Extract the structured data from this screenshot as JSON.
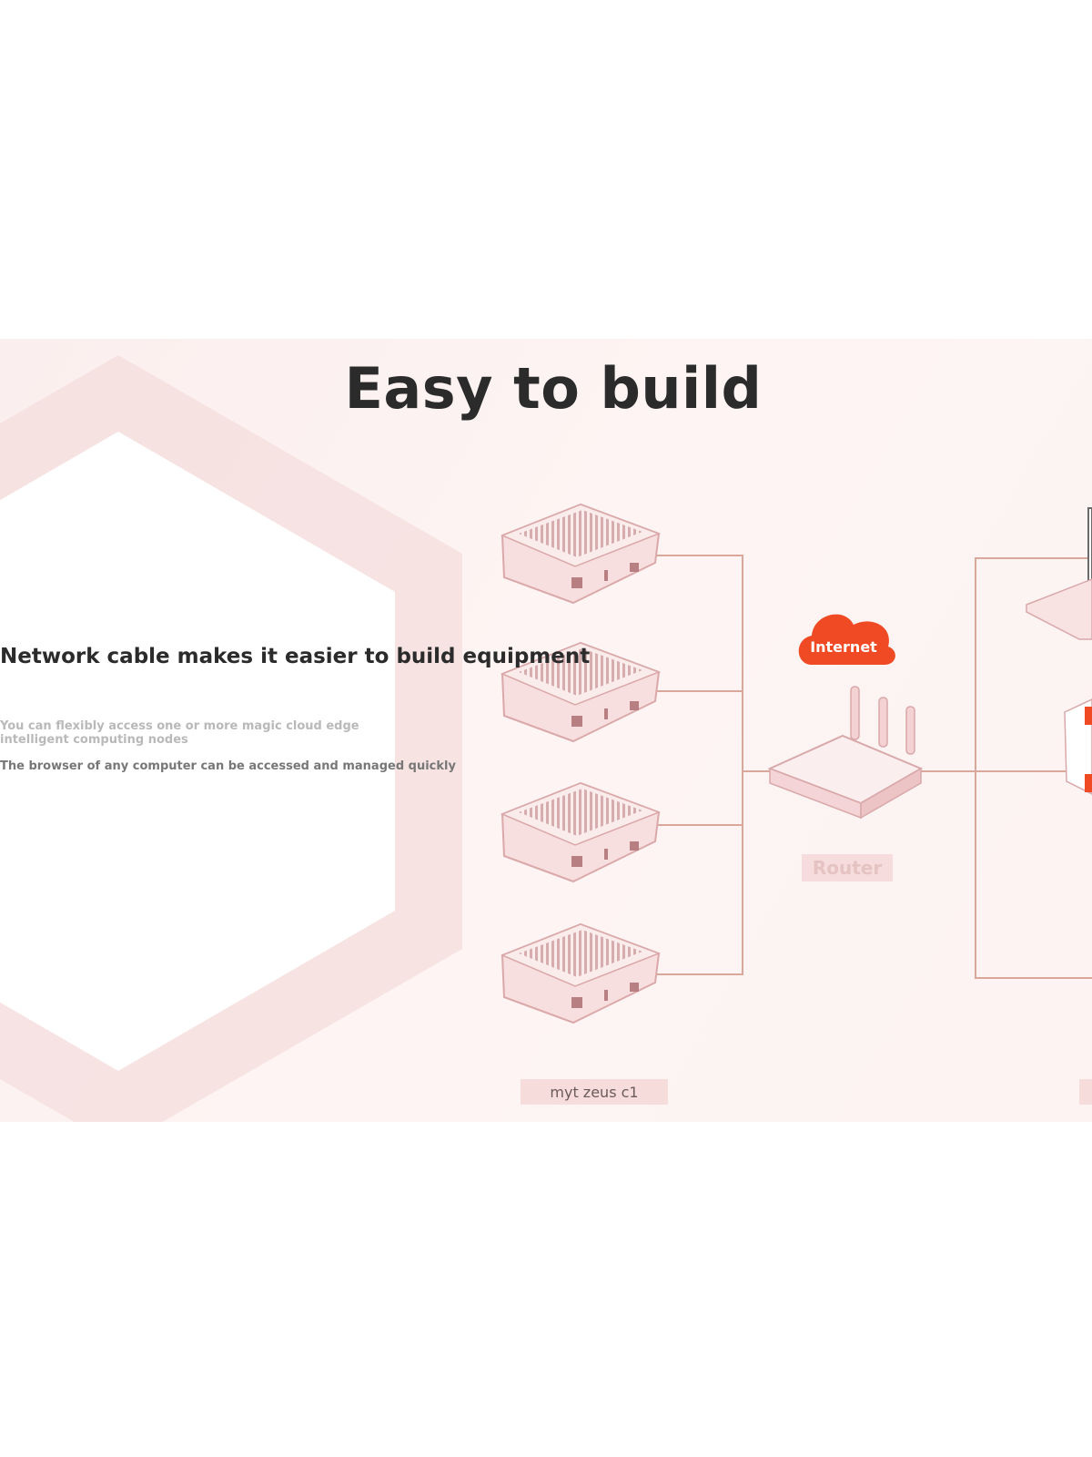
{
  "hero": {
    "title": "Easy to build",
    "subtitle": "Network cable makes it easier to build equipment",
    "description_1": "You can flexibly access one or more magic cloud edge intelligent computing nodes",
    "description_2": "The browser of any computer can be accessed and managed quickly"
  },
  "diagram": {
    "internet_label": "Internet",
    "router_label": "Router",
    "device_label": "myt zeus c1"
  },
  "colors": {
    "accent": "#f04a24",
    "line": "#d9a89a",
    "device_fill": "#f7dfe0"
  },
  "icons": [
    "cloud-icon",
    "router-icon",
    "edge-device-icon",
    "laptop-icon"
  ]
}
